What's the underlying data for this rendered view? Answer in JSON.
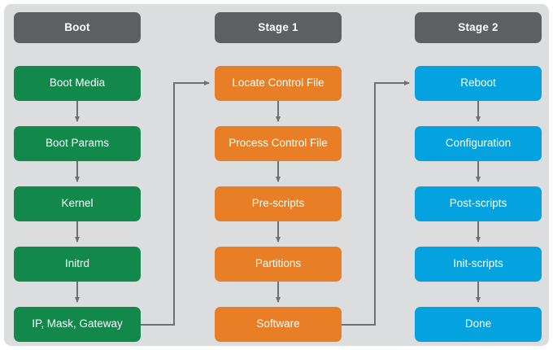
{
  "diagram": {
    "title": "Boot and provisioning stages flowchart",
    "background_color": "#ffffff",
    "panel_color": "#dcdddf",
    "connector_color": "#6e7073",
    "columns": [
      {
        "id": "boot",
        "header": "Boot",
        "header_color": "#5e5f61",
        "node_color": "#12894a",
        "nodes": [
          "Boot Media",
          "Boot Params",
          "Kernel",
          "Initrd",
          "IP, Mask, Gateway"
        ]
      },
      {
        "id": "stage-1",
        "header": "Stage 1",
        "header_color": "#5e5f61",
        "node_color": "#e87e26",
        "nodes": [
          "Locate Control File",
          "Process Control File",
          "Pre-scripts",
          "Partitions",
          "Software"
        ]
      },
      {
        "id": "stage-2",
        "header": "Stage 2",
        "header_color": "#5e5f61",
        "node_color": "#04a2df",
        "nodes": [
          "Reboot",
          "Configuration",
          "Post-scripts",
          "Init-scripts",
          "Done"
        ]
      }
    ],
    "cross_links": [
      {
        "from": "IP, Mask, Gateway",
        "to": "Locate Control File"
      },
      {
        "from": "Software",
        "to": "Reboot"
      }
    ]
  }
}
